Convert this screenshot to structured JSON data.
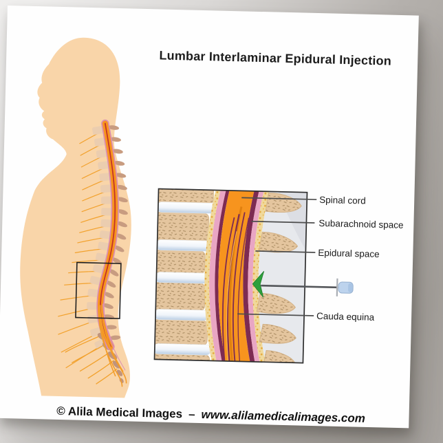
{
  "poster": {
    "title": "Lumbar Interlaminar Epidural Injection",
    "footer": {
      "copyright": "© Alila Medical Images",
      "separator": "–",
      "website": "www.alilamedicalimages.com"
    }
  },
  "inset": {
    "labels": [
      {
        "id": "spinal-cord",
        "text": "Spinal cord"
      },
      {
        "id": "subarachnoid-space",
        "text": "Subarachnoid space"
      },
      {
        "id": "epidural-space",
        "text": "Epidural space"
      },
      {
        "id": "cauda-equina",
        "text": "Cauda equina"
      }
    ]
  },
  "colors": {
    "skin": "#F9D5A9",
    "bone": "#E4C59E",
    "bone_speckle": "#8F7046",
    "vertebra_body_figure": "#EBCDAF",
    "spinous_process_figure": "#C89C80",
    "spinal_cord_orange": "#F7941E",
    "subarachnoid_maroon": "#7D2B52",
    "dura_pink": "#E9A6C4",
    "epidural_fat_yellow": "#F0D99C",
    "nerve_orange": "#F2A12C",
    "injection_arrow_green": "#2E9F3C",
    "needle_gray": "#54565A",
    "needle_hub_blue": "#BDD3ED",
    "label_text": "#1A1A1A"
  }
}
